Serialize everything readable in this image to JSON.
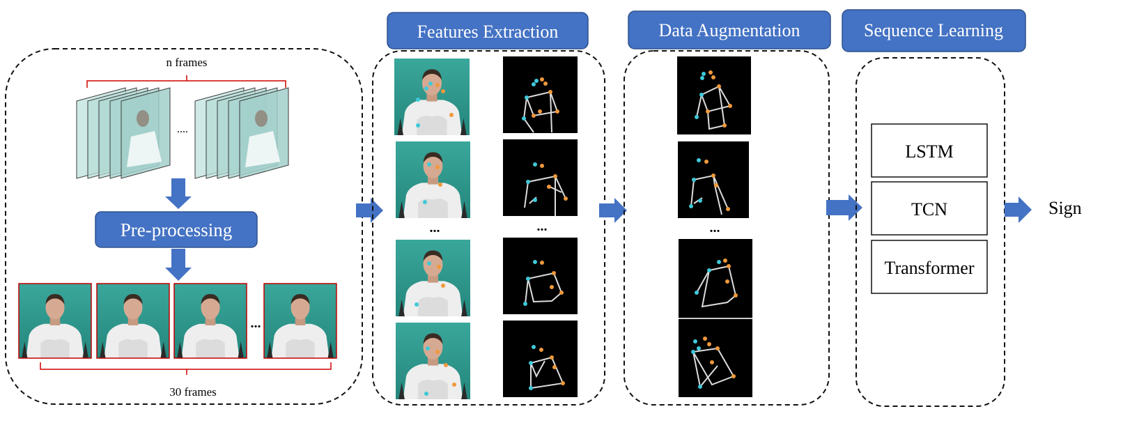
{
  "stage1": {
    "top_label": "n frames",
    "top_ellipsis": "....",
    "preprocess_label": "Pre-processing",
    "bottom_ellipsis": "...",
    "bottom_label": "30 frames"
  },
  "stage2": {
    "title": "Features Extraction",
    "ellipsis_left": "...",
    "ellipsis_right": "..."
  },
  "stage3": {
    "title": "Data Augmentation",
    "ellipsis": "..."
  },
  "stage4": {
    "title": "Sequence Learning",
    "models": [
      "LSTM",
      "TCN",
      "Transformer"
    ]
  },
  "output_label": "Sign",
  "colors": {
    "accent_blue": "#4472c4",
    "title_border": "#2f528f",
    "teal_bg": "#2f9b90",
    "frame_border": "#c00000",
    "keypoint_cyan": "#3fc9d8",
    "keypoint_orange": "#f0993b"
  }
}
